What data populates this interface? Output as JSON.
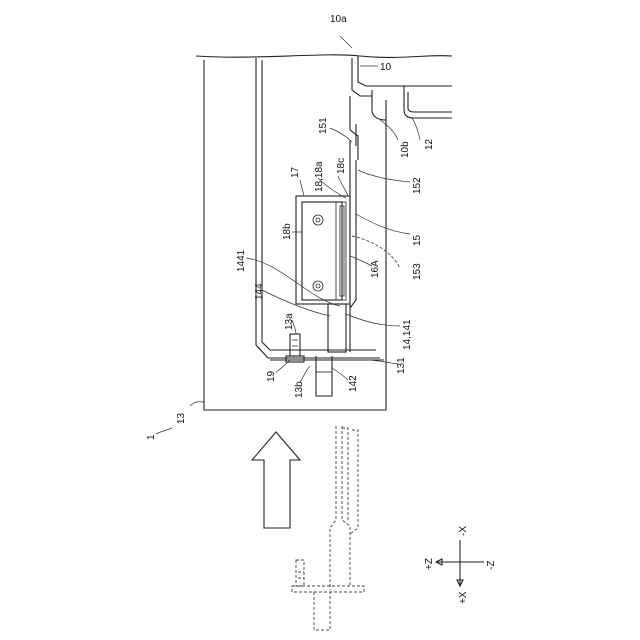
{
  "labels": {
    "l10a": "10a",
    "l10": "10",
    "l151": "151",
    "l10b": "10b",
    "l12": "12",
    "l18_18a": "18,18a",
    "l17": "17",
    "l18c": "18c",
    "l152": "152",
    "l18b": "18b",
    "l15": "15",
    "l1441": "1441",
    "l16A": "16A",
    "l153": "153",
    "l144": "144",
    "l13a": "13a",
    "l14_141": "14,141",
    "l19": "19",
    "l13b": "13b",
    "l142": "142",
    "l131": "131",
    "l1": "1",
    "l13": "13"
  },
  "axes": {
    "plus_z": "+Z",
    "minus_z": "-Z",
    "minus_x": "-X",
    "plus_x": "+X"
  }
}
